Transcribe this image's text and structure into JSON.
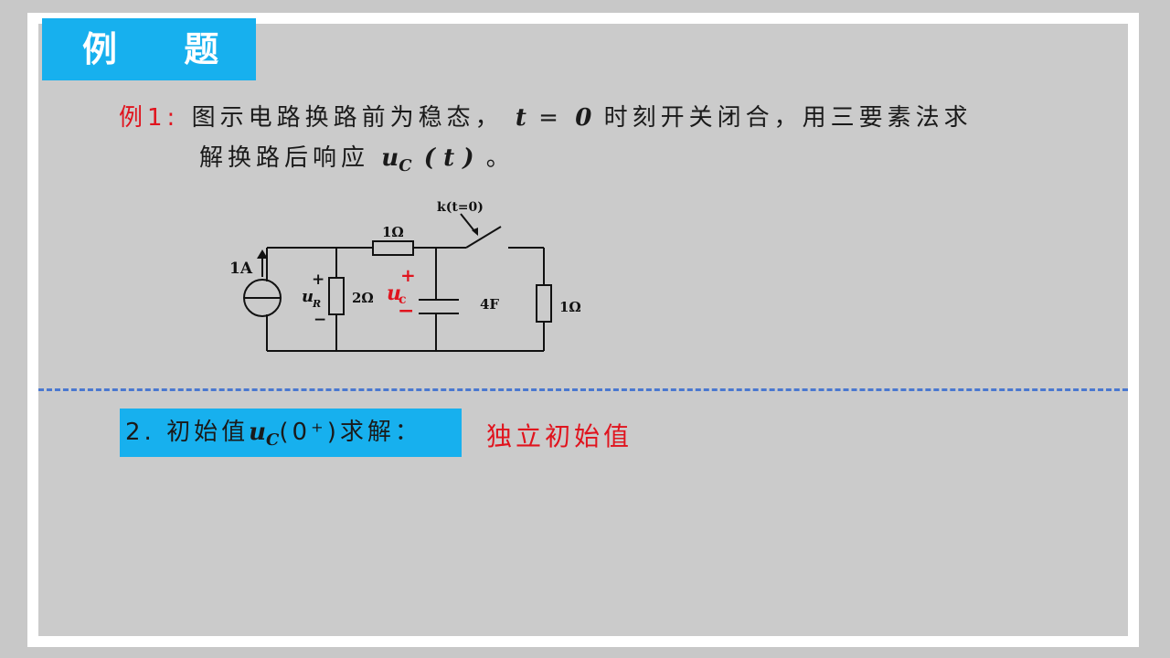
{
  "header": {
    "title": "例 题"
  },
  "problem": {
    "label": "例1:",
    "line1_text": "图示电路换路前为稳态，",
    "t_var": "t",
    "eq": "=",
    "zero": "0",
    "line1_tail": "时刻开关闭合，用三要素法求",
    "line2_text": "解换路后响应",
    "u_var": "u",
    "u_sub": "C",
    "t_paren": "( t )",
    "line2_tail": "。"
  },
  "circuit": {
    "source_label": "1A",
    "r1_label": "1Ω",
    "switch_label": "k(t=0)",
    "r2_label": "2Ω",
    "ur_label": "u",
    "ur_sub": "R",
    "plus": "+",
    "minus": "−",
    "uc_label": "u",
    "uc_sub": "c",
    "cap_label": "4F",
    "r3_label": "1Ω",
    "colors": {
      "wire": "#111111",
      "accent": "#e0141e"
    }
  },
  "step": {
    "prefix": "2. 初始值",
    "u_var": "u",
    "u_sub": "C",
    "arg": "(0⁺)",
    "suffix": "求解：",
    "note": "独立初始值"
  },
  "colors": {
    "accent_blue": "#17b0ee",
    "accent_red": "#e0141e",
    "divider": "#4a78d0"
  }
}
